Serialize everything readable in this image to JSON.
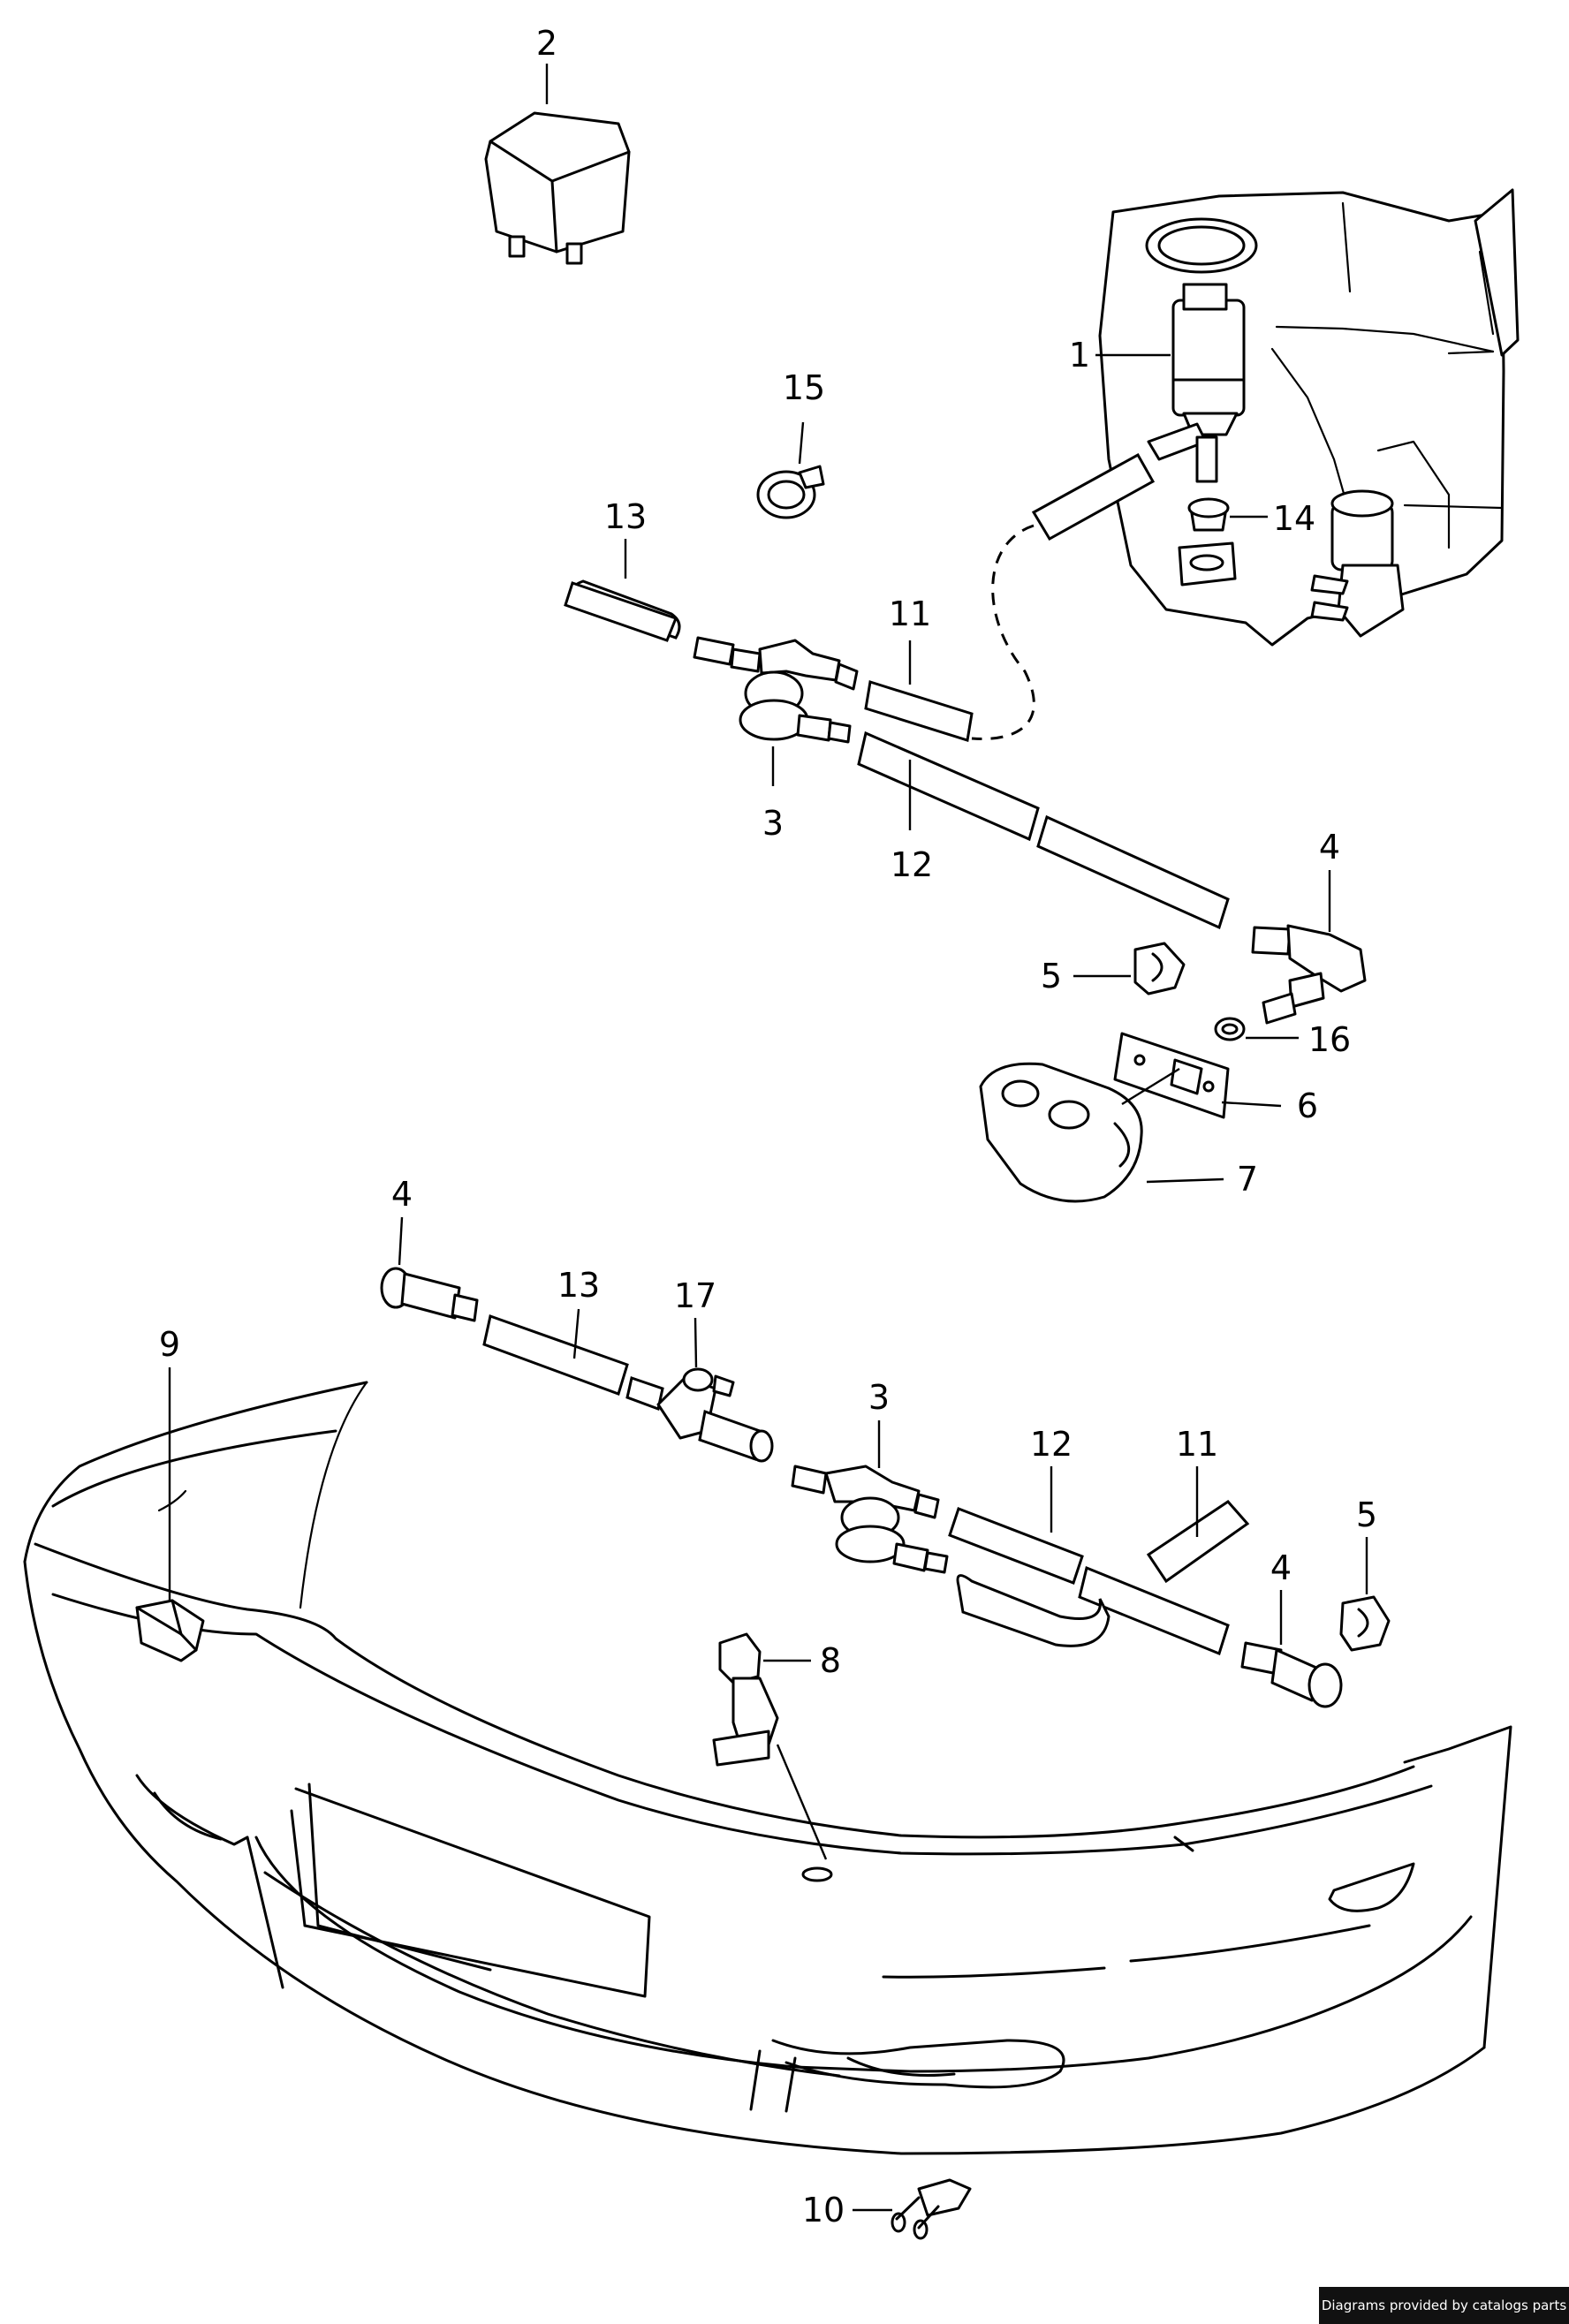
{
  "labels": {
    "l1": "1",
    "l2": "2",
    "l3a": "3",
    "l3b": "3",
    "l4a": "4",
    "l4b": "4",
    "l4c": "4",
    "l5a": "5",
    "l5b": "5",
    "l6": "6",
    "l7": "7",
    "l8": "8",
    "l9": "9",
    "l10": "10",
    "l11a": "11",
    "l11b": "11",
    "l12a": "12",
    "l12b": "12",
    "l13a": "13",
    "l13b": "13",
    "l14": "14",
    "l15": "15",
    "l16": "16",
    "l17": "17"
  },
  "credit": "Diagrams provided by catalogs parts"
}
